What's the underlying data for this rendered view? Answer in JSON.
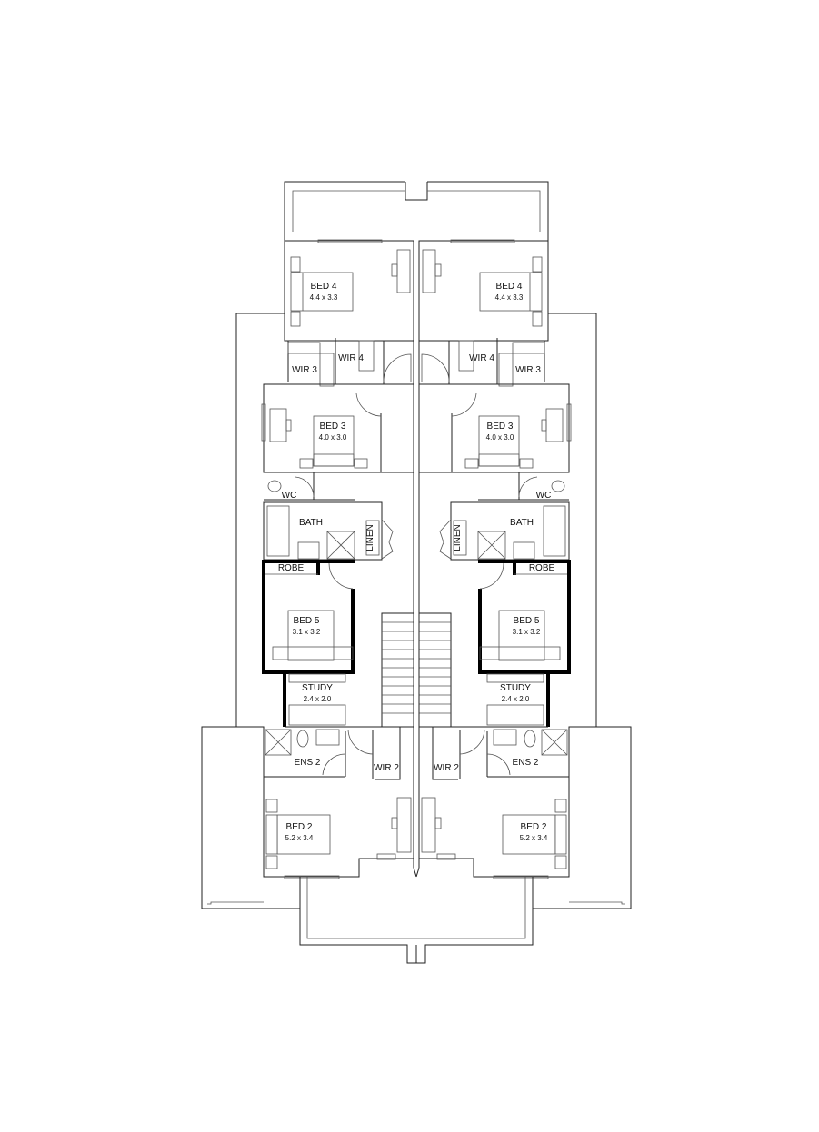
{
  "plan": {
    "left_unit": [
      {
        "id": "bed4",
        "label": "BED 4",
        "dims": "4.4 x 3.3"
      },
      {
        "id": "wir4",
        "label": "WIR 4",
        "dims": ""
      },
      {
        "id": "wir3",
        "label": "WIR 3",
        "dims": ""
      },
      {
        "id": "bed3",
        "label": "BED 3",
        "dims": "4.0 x 3.0"
      },
      {
        "id": "wc",
        "label": "WC",
        "dims": ""
      },
      {
        "id": "bath",
        "label": "BATH",
        "dims": ""
      },
      {
        "id": "linen",
        "label": "LINEN",
        "dims": ""
      },
      {
        "id": "robe",
        "label": "ROBE",
        "dims": ""
      },
      {
        "id": "bed5",
        "label": "BED 5",
        "dims": "3.1 x 3.2"
      },
      {
        "id": "study",
        "label": "STUDY",
        "dims": "2.4 x 2.0"
      },
      {
        "id": "ens2",
        "label": "ENS 2",
        "dims": ""
      },
      {
        "id": "wir2",
        "label": "WIR 2",
        "dims": ""
      },
      {
        "id": "bed2",
        "label": "BED 2",
        "dims": "5.2 x 3.4"
      }
    ],
    "right_unit": [
      {
        "id": "bed4",
        "label": "BED 4",
        "dims": "4.4 x 3.3"
      },
      {
        "id": "wir4",
        "label": "WIR 4",
        "dims": ""
      },
      {
        "id": "wir3",
        "label": "WIR 3",
        "dims": ""
      },
      {
        "id": "bed3",
        "label": "BED 3",
        "dims": "4.0 x 3.0"
      },
      {
        "id": "wc",
        "label": "WC",
        "dims": ""
      },
      {
        "id": "bath",
        "label": "BATH",
        "dims": ""
      },
      {
        "id": "linen",
        "label": "LINEN",
        "dims": ""
      },
      {
        "id": "robe",
        "label": "ROBE",
        "dims": ""
      },
      {
        "id": "bed5",
        "label": "BED 5",
        "dims": "3.1 x 3.2"
      },
      {
        "id": "study",
        "label": "STUDY",
        "dims": "2.4 x 2.0"
      },
      {
        "id": "ens2",
        "label": "ENS 2",
        "dims": ""
      },
      {
        "id": "wir2",
        "label": "WIR 2",
        "dims": ""
      },
      {
        "id": "bed2",
        "label": "BED 2",
        "dims": "5.2 x 3.4"
      }
    ]
  }
}
